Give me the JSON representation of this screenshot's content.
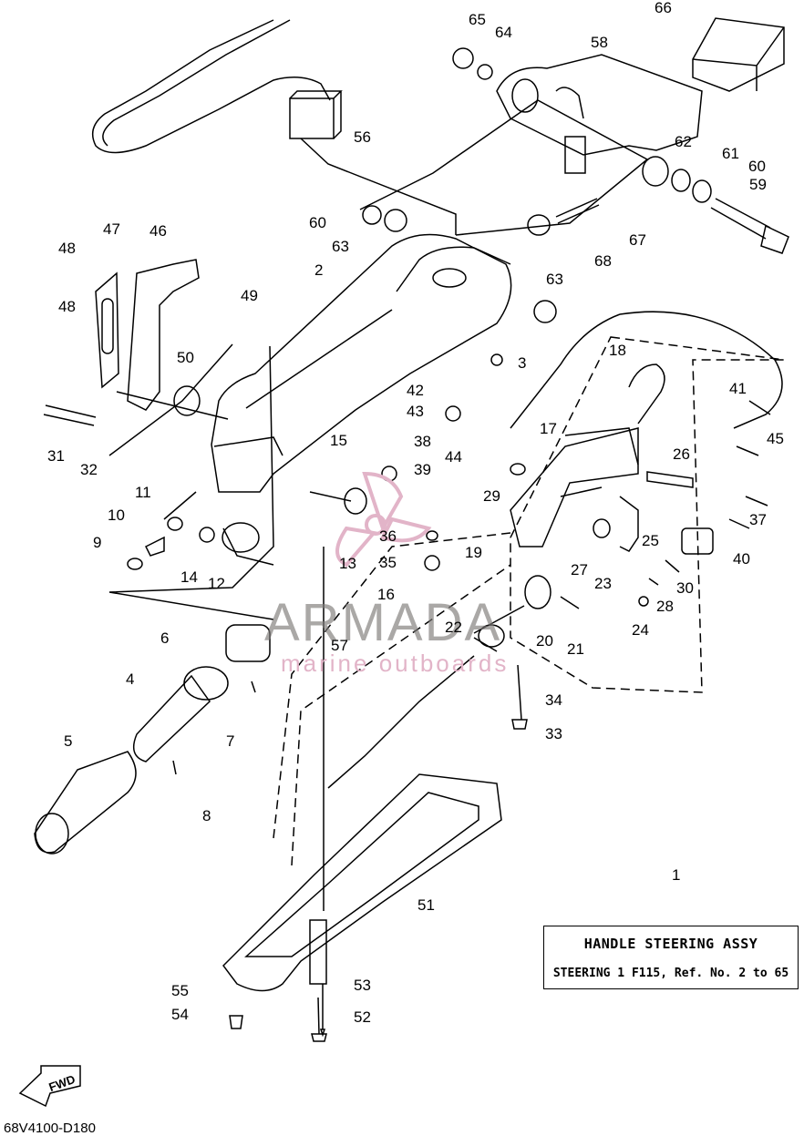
{
  "part_numbers": [
    "1",
    "2",
    "3",
    "4",
    "5",
    "6",
    "7",
    "8",
    "9",
    "10",
    "11",
    "12",
    "13",
    "14",
    "15",
    "16",
    "17",
    "18",
    "19",
    "20",
    "21",
    "22",
    "23",
    "24",
    "25",
    "26",
    "27",
    "28",
    "29",
    "30",
    "31",
    "32",
    "33",
    "34",
    "35",
    "36",
    "37",
    "38",
    "39",
    "40",
    "41",
    "42",
    "43",
    "44",
    "45",
    "46",
    "47",
    "48",
    "48",
    "49",
    "50",
    "51",
    "52",
    "53",
    "54",
    "55",
    "56",
    "57",
    "58",
    "59",
    "60",
    "60",
    "61",
    "62",
    "63",
    "63",
    "64",
    "65",
    "66",
    "67",
    "68"
  ],
  "caption": {
    "title": "HANDLE STEERING ASSY",
    "subtitle": "STEERING 1 F115, Ref. No. 2 to 65"
  },
  "watermark": {
    "title": "ARMADA",
    "subtitle": "marine outboards"
  },
  "footer_code": "68V4100-D180",
  "fwd_label": "FWD",
  "colors": {
    "line": "#000000",
    "watermark_gray": "#7d7a78",
    "watermark_pink": "#e2b4c8"
  }
}
